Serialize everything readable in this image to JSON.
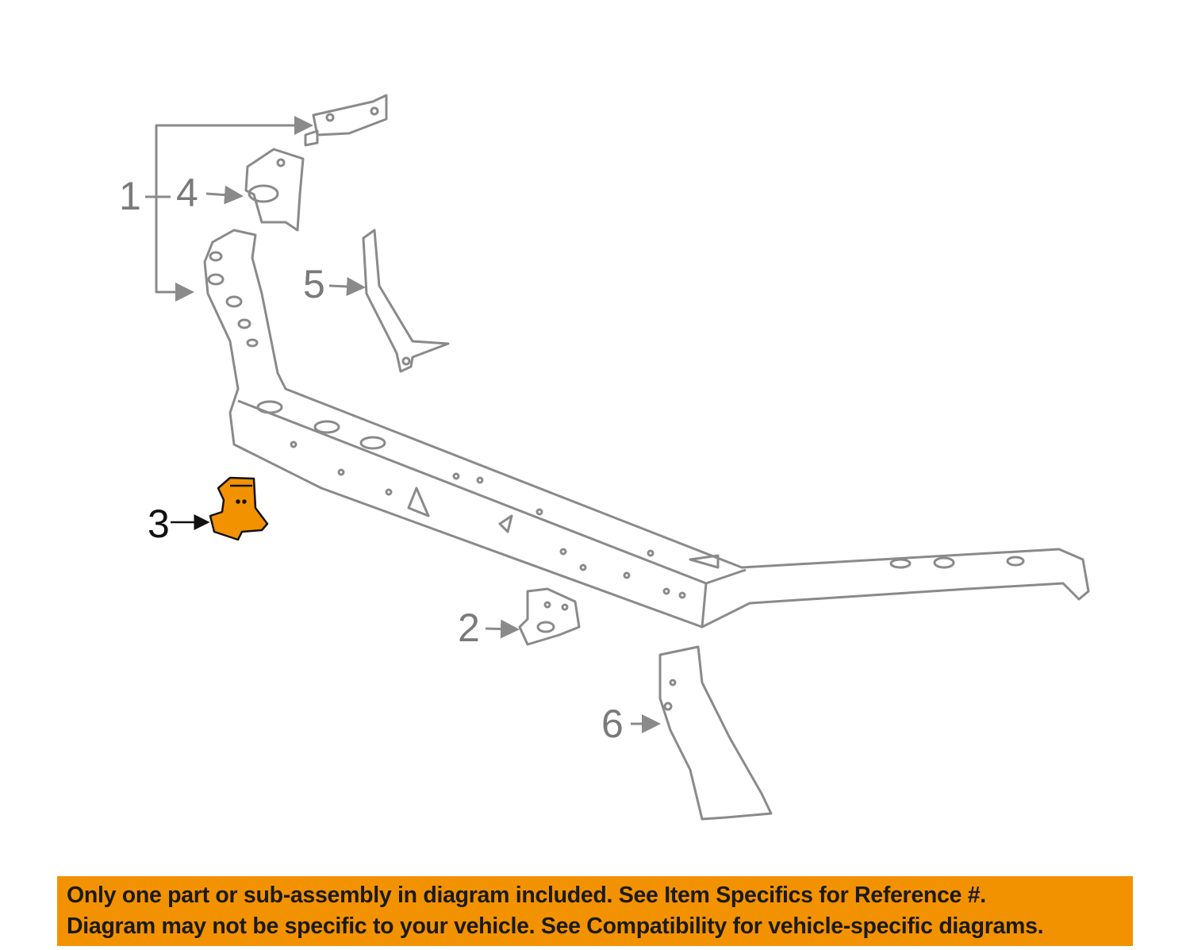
{
  "callouts": [
    {
      "number": "1",
      "highlighted": false
    },
    {
      "number": "2",
      "highlighted": false
    },
    {
      "number": "3",
      "highlighted": true
    },
    {
      "number": "4",
      "highlighted": false
    },
    {
      "number": "5",
      "highlighted": false
    },
    {
      "number": "6",
      "highlighted": false
    }
  ],
  "colors": {
    "line": "#8a8a8a",
    "highlight": "#f39200",
    "banner": "#f39200"
  },
  "banner": {
    "line1": "Only one part or sub-assembly in diagram included. See Item Specifics for Reference #.",
    "line2": "Diagram may not be specific to your vehicle. See Compatibility for vehicle-specific diagrams."
  }
}
